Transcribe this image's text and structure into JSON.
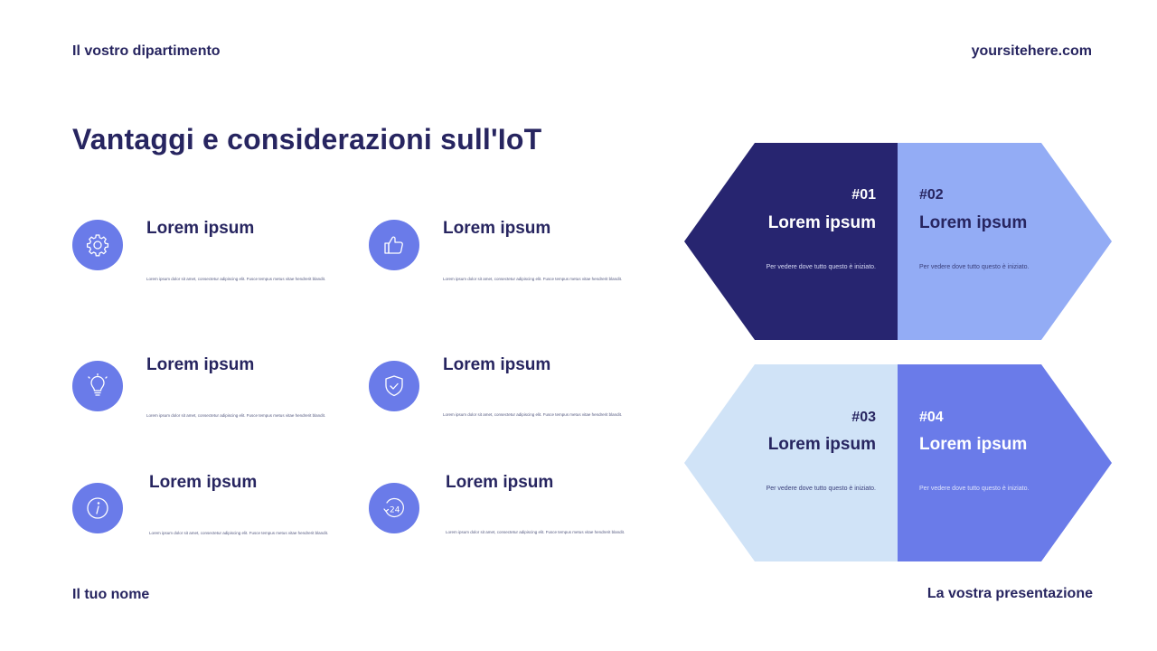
{
  "header": {
    "department": "Il vostro dipartimento",
    "website": "yoursitehere.com"
  },
  "slide": {
    "title": "Vantaggi e considerazioni sull'IoT"
  },
  "features": [
    {
      "icon": "gear-icon",
      "title": "Lorem ipsum",
      "desc": "Lorem ipsum dolor sit amet, consectetur adipiscing elit. Fusce tempus metus vitae hendrerit blandit."
    },
    {
      "icon": "thumbs-up-icon",
      "title": "Lorem ipsum",
      "desc": "Lorem ipsum dolor sit amet, consectetur adipiscing elit. Fusce tempus metus vitae hendrerit blandit."
    },
    {
      "icon": "lightbulb-icon",
      "title": "Lorem ipsum",
      "desc": "Lorem ipsum dolor sit amet, consectetur adipiscing elit. Fusce tempus metus vitae hendrerit blandit."
    },
    {
      "icon": "shield-check-icon",
      "title": "Lorem ipsum",
      "desc": "Lorem ipsum dolor sit amet, consectetur adipiscing elit. Fusce tempus metus vitae hendrerit blandit."
    },
    {
      "icon": "info-icon",
      "title": "Lorem ipsum",
      "desc": "Lorem ipsum dolor sit amet, consectetur adipiscing elit. Fusce tempus metus vitae hendrerit blandit."
    },
    {
      "icon": "24-hours-icon",
      "title": "Lorem ipsum",
      "desc": "Lorem ipsum dolor sit amet, consectetur adipiscing elit. Fusce tempus metus vitae hendrerit blandit."
    }
  ],
  "cards": [
    {
      "num": "#01",
      "title": "Lorem ipsum",
      "sub": "Per vedere dove tutto questo è iniziato."
    },
    {
      "num": "#02",
      "title": "Lorem ipsum",
      "sub": "Per vedere dove tutto questo è iniziato."
    },
    {
      "num": "#03",
      "title": "Lorem ipsum",
      "sub": "Per vedere dove tutto questo è iniziato."
    },
    {
      "num": "#04",
      "title": "Lorem ipsum",
      "sub": "Per vedere dove tutto questo è iniziato."
    }
  ],
  "colors": {
    "navy": "#272560",
    "icon_bg": "#6a7be9",
    "card1": "#272570",
    "card2": "#93acf5",
    "card3": "#d0e3f7",
    "card4": "#6a7be9"
  },
  "footer": {
    "name": "Il tuo nome",
    "presentation": "La vostra presentazione"
  }
}
